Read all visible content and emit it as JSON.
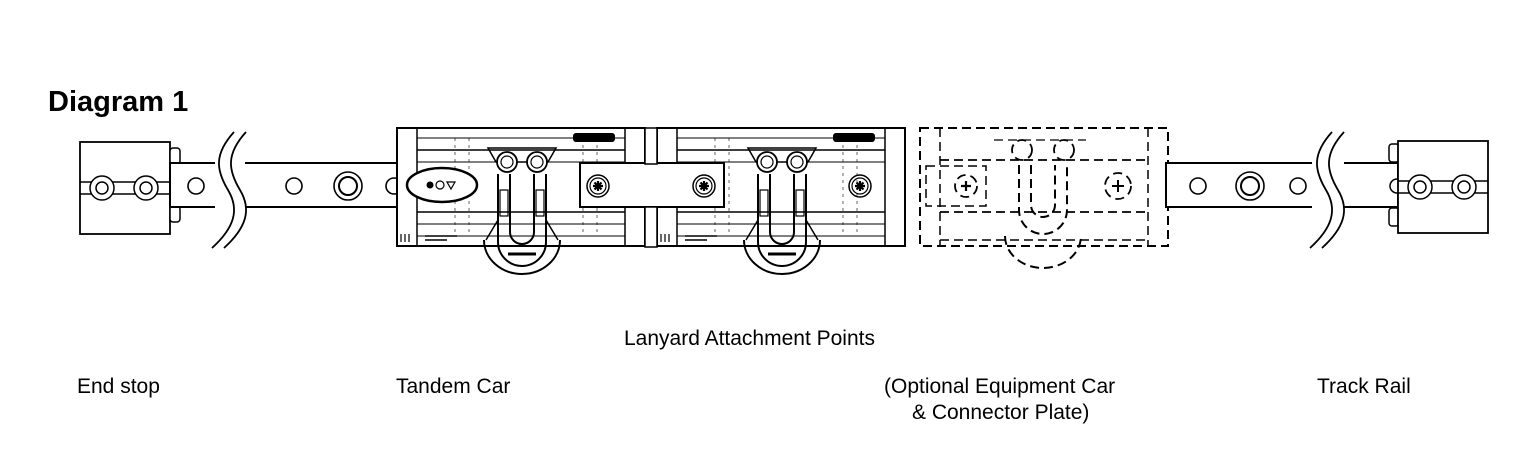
{
  "title": "Diagram 1",
  "labels": {
    "lanyard": "Lanyard Attachment Points",
    "end_stop": "End stop",
    "tandem_car": "Tandem Car",
    "optional_line1": "(Optional Equipment Car",
    "optional_line2": "& Connector Plate)",
    "track_rail": "Track Rail"
  },
  "components": [
    {
      "name": "end-stop-left",
      "type": "end stop"
    },
    {
      "name": "track-rail-left",
      "type": "track rail"
    },
    {
      "name": "tandem-car-1",
      "type": "tandem car",
      "has_shackle": true
    },
    {
      "name": "tandem-car-2",
      "type": "tandem car",
      "has_shackle": true
    },
    {
      "name": "connector-plate",
      "type": "connector plate"
    },
    {
      "name": "optional-equipment-car",
      "type": "optional equipment car",
      "dashed": true,
      "has_shackle": true
    },
    {
      "name": "track-rail-right",
      "type": "track rail"
    },
    {
      "name": "end-stop-right",
      "type": "end stop"
    }
  ],
  "colors": {
    "line": "#000000",
    "background": "#ffffff"
  }
}
